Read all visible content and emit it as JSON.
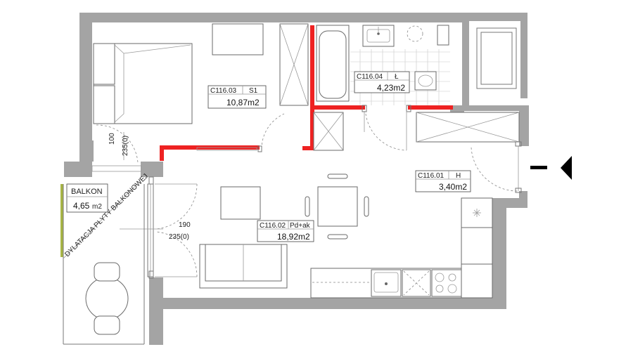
{
  "rooms": {
    "bedroom": {
      "code": "C116.03",
      "name": "S1",
      "area": "10,87m2"
    },
    "bathroom": {
      "code": "C116.04",
      "name": "Ł",
      "area": "4,23m2"
    },
    "hall": {
      "code": "C116.01",
      "name": "H",
      "area": "3,40m2"
    },
    "living": {
      "code": "C116.02",
      "name": "Pd+ak",
      "area": "18,92m2"
    },
    "balcony": {
      "name": "BALKON",
      "area_num": "4,65",
      "area_unit": "m2"
    }
  },
  "dimensions": {
    "bedroom_window_height": "100",
    "bedroom_window_sill": "235(0)",
    "balcony_door_height": "190",
    "balcony_door_sill": "235(0)"
  },
  "annotations": {
    "balcony_partition": "DYLATACJA PŁYTY BALKONOWEJ"
  },
  "icons": [
    "entrance-arrow-icon",
    "ventilation-icon",
    "sink-icon",
    "stove-icon"
  ],
  "colors": {
    "wall": "#a4a4a4",
    "highlight_wall": "#ee2222",
    "balcony_edge": "#a7b545"
  }
}
